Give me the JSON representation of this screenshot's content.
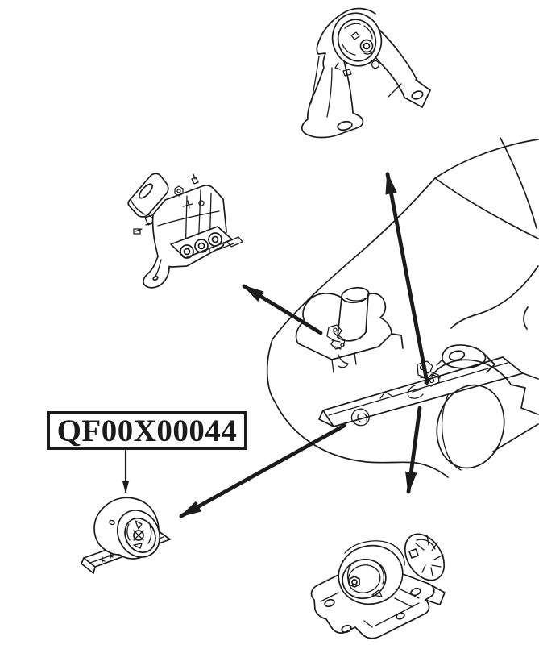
{
  "diagram": {
    "part_label": "QF00X00044",
    "colors": {
      "background": "#ffffff",
      "line": "#1b1b1b"
    },
    "icons": [
      {
        "name": "callout-arrow-up-icon",
        "direction": "up"
      },
      {
        "name": "callout-arrow-upper-left-icon",
        "direction": "upper-left"
      },
      {
        "name": "callout-arrow-lower-left-icon",
        "direction": "lower-left"
      },
      {
        "name": "callout-arrow-down-icon",
        "direction": "down"
      },
      {
        "name": "label-pointer-arrow-icon",
        "direction": "down"
      }
    ]
  }
}
